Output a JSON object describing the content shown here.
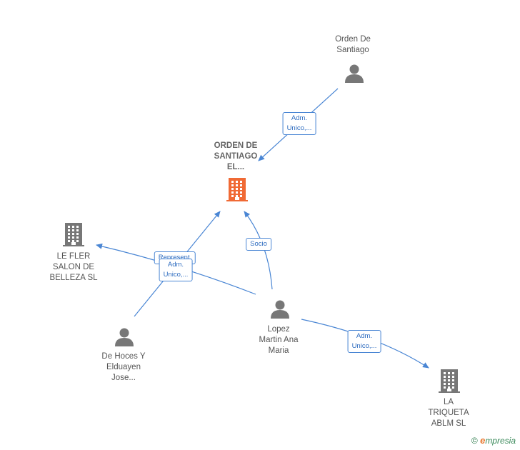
{
  "colors": {
    "edge": "#4a86d4",
    "focus_company": "#f06a35",
    "company": "#777777",
    "person": "#777777"
  },
  "nodes": [
    {
      "id": "orden_santiago_person",
      "type": "person-icon",
      "lines": [
        "Orden De",
        "Santiago"
      ]
    },
    {
      "id": "orden_santiago_el",
      "type": "company-focus-icon",
      "lines": [
        "ORDEN DE",
        "SANTIAGO",
        "EL..."
      ]
    },
    {
      "id": "le_fler",
      "type": "company-icon",
      "lines": [
        "LE FLER",
        "SALON DE",
        "BELLEZA SL"
      ]
    },
    {
      "id": "de_hoces",
      "type": "person-icon",
      "lines": [
        "De Hoces Y",
        "Elduayen",
        "Jose..."
      ]
    },
    {
      "id": "lopez_martin",
      "type": "person-icon",
      "lines": [
        "Lopez",
        "Martin Ana",
        "Maria"
      ]
    },
    {
      "id": "la_triqueta",
      "type": "company-icon",
      "lines": [
        "LA",
        "TRIQUETA",
        "ABLM  SL"
      ]
    }
  ],
  "edges": [
    {
      "from": "orden_santiago_person",
      "to": "orden_santiago_el",
      "label": [
        "Adm.",
        "Unico,..."
      ]
    },
    {
      "from": "lopez_martin",
      "to": "orden_santiago_el",
      "label": [
        "Socio"
      ]
    },
    {
      "from": "de_hoces",
      "to": "orden_santiago_el",
      "label": [
        "Represent."
      ]
    },
    {
      "from": "lopez_martin",
      "to": "le_fler",
      "label": [
        "Adm.",
        "Unico,..."
      ]
    },
    {
      "from": "lopez_martin",
      "to": "la_triqueta",
      "label": [
        "Adm.",
        "Unico,..."
      ]
    }
  ],
  "brand": {
    "copyright": "©",
    "initial": "e",
    "rest": "mpresia"
  }
}
